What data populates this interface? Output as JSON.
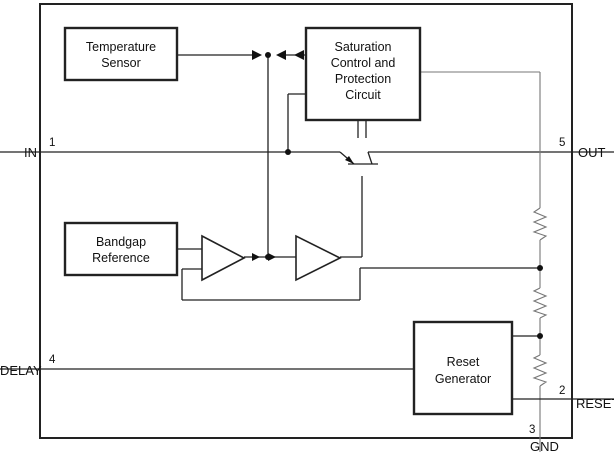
{
  "blocks": {
    "temperature_sensor": [
      "Temperature",
      "Sensor"
    ],
    "saturation": [
      "Saturation",
      "Control and",
      "Protection",
      "Circuit"
    ],
    "bandgap": [
      "Bandgap",
      "Reference"
    ],
    "reset_generator": [
      "Reset",
      "Generator"
    ]
  },
  "pins": {
    "in": {
      "label": "IN",
      "number": "1"
    },
    "out": {
      "label": "OUT",
      "number": "5"
    },
    "delay": {
      "label": "DELAY",
      "number": "4"
    },
    "reset": {
      "label": "RESET",
      "number": "2"
    },
    "gnd": {
      "label": "GND",
      "number": "3"
    }
  }
}
